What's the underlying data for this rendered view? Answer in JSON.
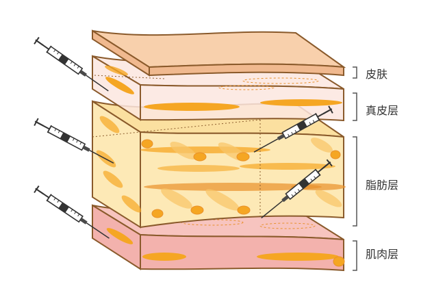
{
  "labels": {
    "skin": "皮肤",
    "dermis": "真皮层",
    "fat": "脂肪层",
    "muscle": "肌肉层"
  },
  "colors": {
    "skin_fill": "#f5c9a4",
    "dermis_fill": "#fbe6df",
    "fat_fill": "#fde9b6",
    "muscle_fill": "#f3b2ad",
    "fiber": "#f5a623",
    "fiber_dark": "#e8902b",
    "outline": "#8a5a2b",
    "needle": "#333333",
    "bracket": "#555555"
  },
  "icons": {
    "syringe": "syringe-icon"
  }
}
